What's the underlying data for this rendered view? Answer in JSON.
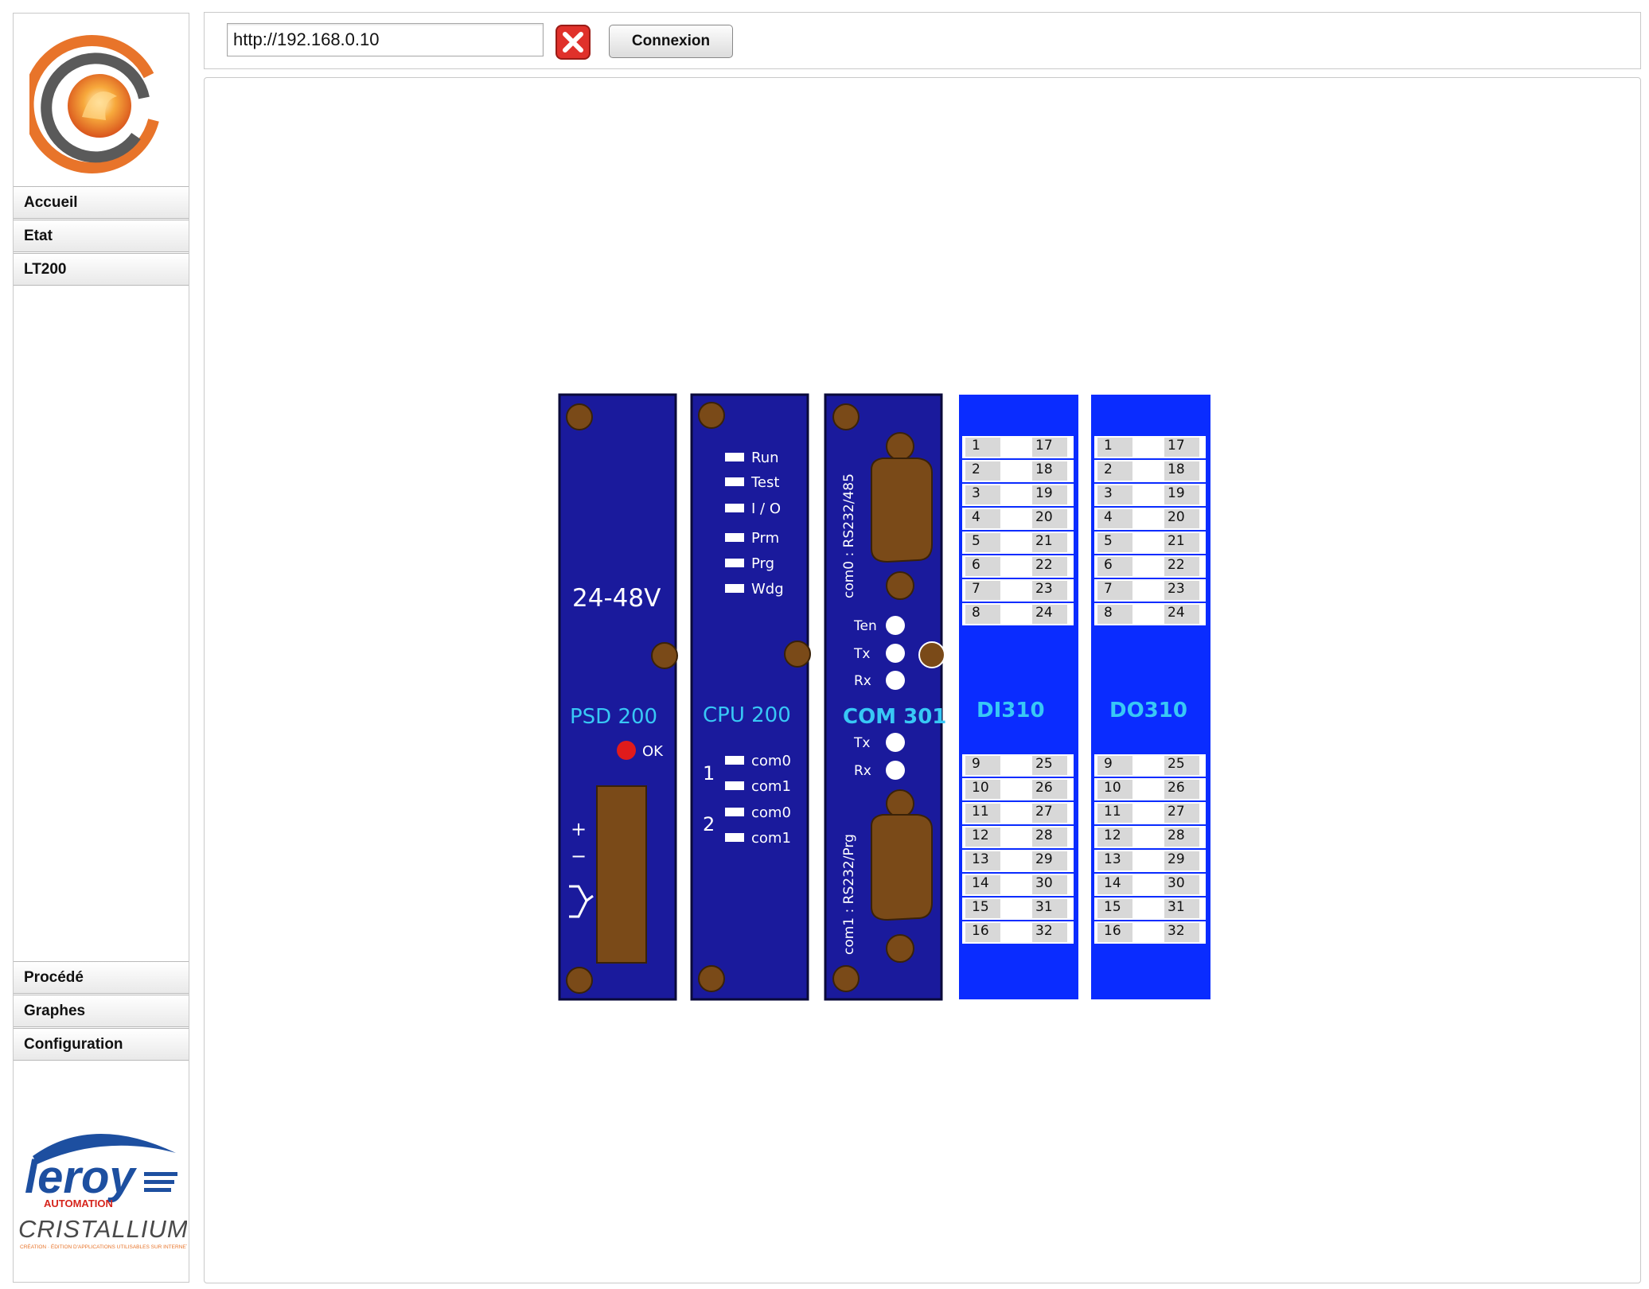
{
  "sidebar": {
    "menu_top": [
      "Accueil",
      "Etat",
      "LT200"
    ],
    "menu_bottom": [
      "Procédé",
      "Graphes",
      "Configuration"
    ],
    "brand": {
      "leroy": "leroy",
      "automation": "AUTOMATION",
      "cristallium": "CRISTALLIUM",
      "cristallium_tagline": "CRÉATION · ÉDITION D'APPLICATIONS UTILISABLES SUR INTERNET"
    }
  },
  "topbar": {
    "url_value": "http://192.168.0.10",
    "connect_label": "Connexion"
  },
  "rack": {
    "psd": {
      "voltage": "24-48V",
      "name": "PSD 200",
      "ok_label": "OK",
      "plus": "+",
      "minus": "−"
    },
    "cpu": {
      "leds_top": [
        "Run",
        "Test",
        "I / O",
        "Prm",
        "Prg",
        "Wdg"
      ],
      "name": "CPU 200",
      "group_labels": [
        "1",
        "2"
      ],
      "leds_bottom": [
        "com0",
        "com1",
        "com0",
        "com1"
      ]
    },
    "com": {
      "port0_label": "com0 : RS232/485",
      "port1_label": "com1 : RS232/Prg",
      "leds_top": [
        "Ten",
        "Tx",
        "Rx"
      ],
      "name": "COM 301",
      "leds_bottom": [
        "Tx",
        "Rx"
      ]
    },
    "di": {
      "name": "DI310",
      "rows_top": [
        [
          "1",
          "17"
        ],
        [
          "2",
          "18"
        ],
        [
          "3",
          "19"
        ],
        [
          "4",
          "20"
        ],
        [
          "5",
          "21"
        ],
        [
          "6",
          "22"
        ],
        [
          "7",
          "23"
        ],
        [
          "8",
          "24"
        ]
      ],
      "rows_bottom": [
        [
          "9",
          "25"
        ],
        [
          "10",
          "26"
        ],
        [
          "11",
          "27"
        ],
        [
          "12",
          "28"
        ],
        [
          "13",
          "29"
        ],
        [
          "14",
          "30"
        ],
        [
          "15",
          "31"
        ],
        [
          "16",
          "32"
        ]
      ]
    },
    "do": {
      "name": "DO310",
      "rows_top": [
        [
          "1",
          "17"
        ],
        [
          "2",
          "18"
        ],
        [
          "3",
          "19"
        ],
        [
          "4",
          "20"
        ],
        [
          "5",
          "21"
        ],
        [
          "6",
          "22"
        ],
        [
          "7",
          "23"
        ],
        [
          "8",
          "24"
        ]
      ],
      "rows_bottom": [
        [
          "9",
          "25"
        ],
        [
          "10",
          "26"
        ],
        [
          "11",
          "27"
        ],
        [
          "12",
          "28"
        ],
        [
          "13",
          "29"
        ],
        [
          "14",
          "30"
        ],
        [
          "15",
          "31"
        ],
        [
          "16",
          "32"
        ]
      ]
    }
  },
  "colors": {
    "module_dark": "#1a1a9c",
    "module_bright": "#0a2cff",
    "screw": "#7a4a18",
    "name_label": "#38c8f5",
    "led_red": "#e11b1b",
    "logo_orange": "#e8742a"
  }
}
